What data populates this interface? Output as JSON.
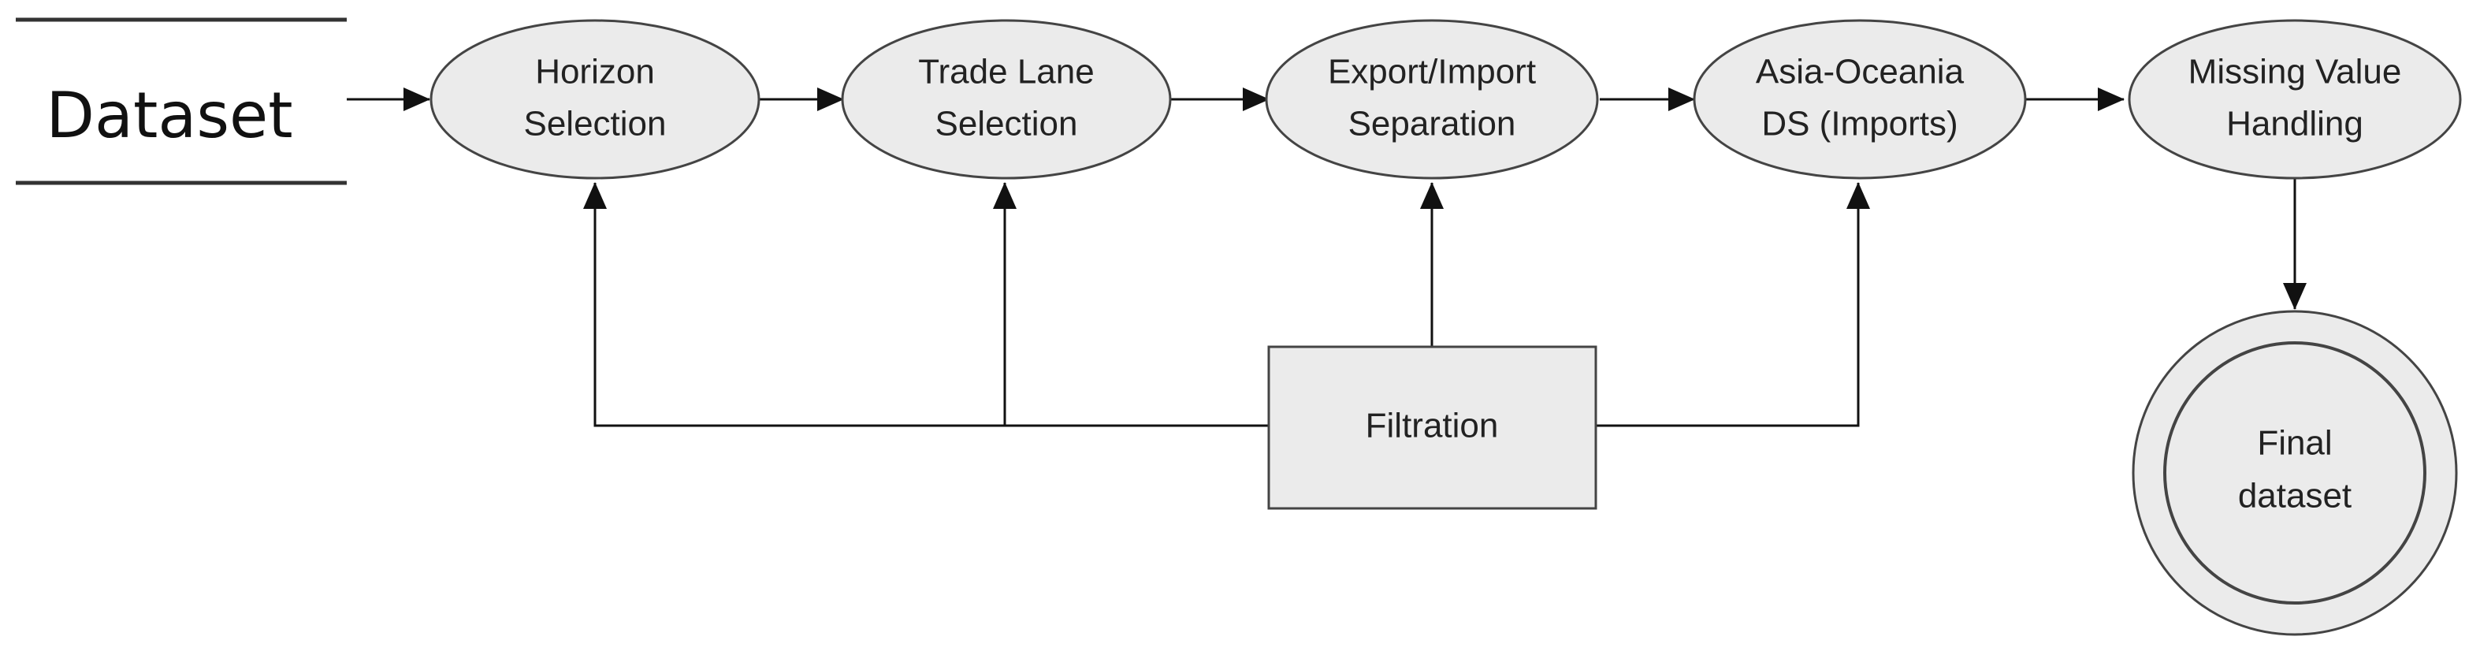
{
  "source": {
    "label": "Dataset"
  },
  "pipeline": {
    "steps": [
      {
        "line1": "Horizon",
        "line2": "Selection"
      },
      {
        "line1": "Trade Lane",
        "line2": "Selection"
      },
      {
        "line1": "Export/Import",
        "line2": "Separation"
      },
      {
        "line1": "Asia-Oceania",
        "line2": "DS (Imports)"
      },
      {
        "line1": "Missing Value",
        "line2": "Handling"
      }
    ]
  },
  "filtration": {
    "label": "Filtration"
  },
  "output": {
    "line1": "Final",
    "line2": "dataset"
  },
  "colors": {
    "node_fill": "#ebebeb",
    "node_stroke": "#444444",
    "edge": "#111111"
  }
}
